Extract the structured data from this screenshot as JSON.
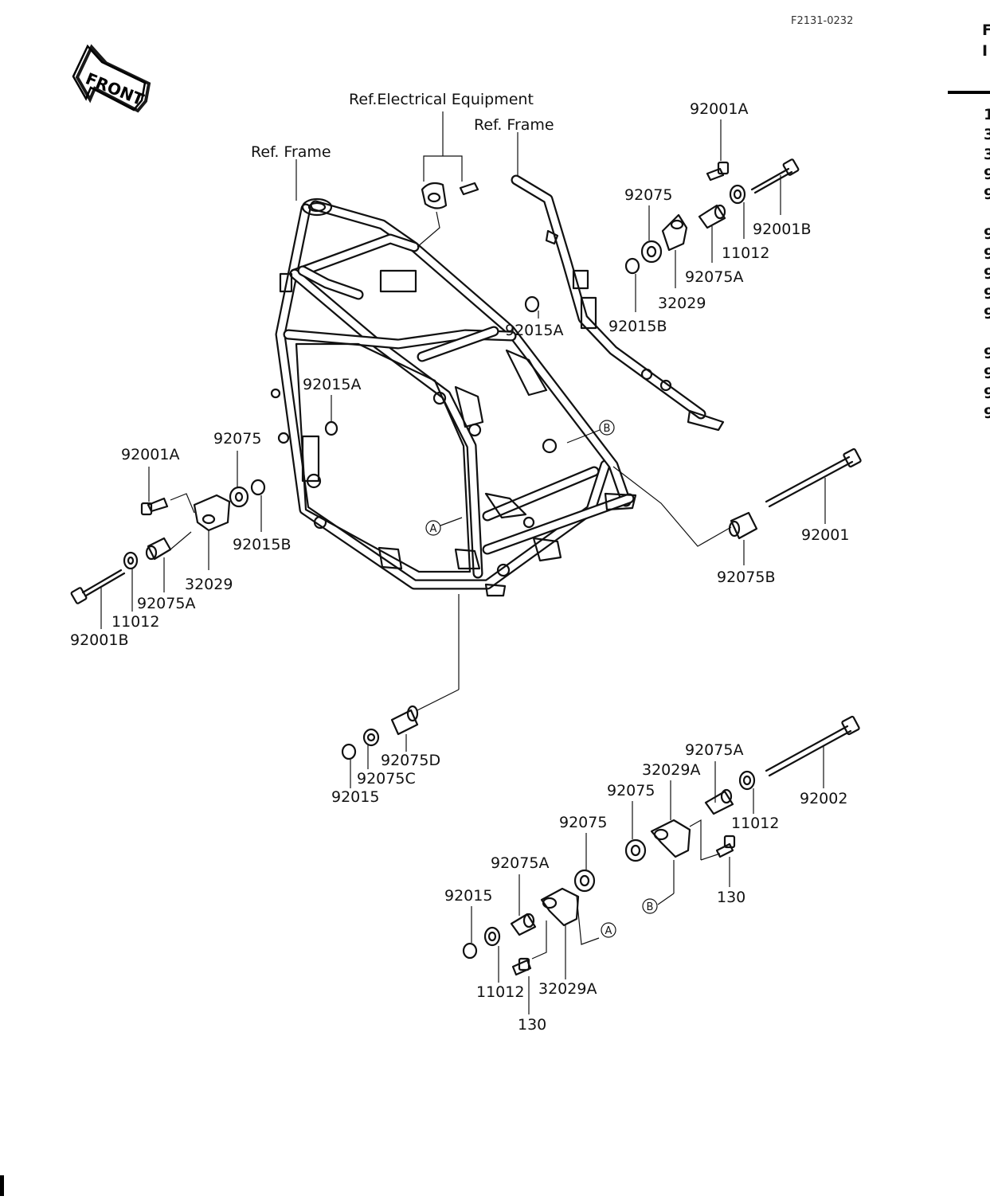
{
  "page_code": "F2131-0232",
  "front_label": "FRONT",
  "right_edge_fragments": [
    "F",
    "I",
    "1",
    "3",
    "3",
    "9",
    "9",
    "9",
    "9",
    "9",
    "9",
    "9",
    "9",
    "9",
    "9",
    "9"
  ],
  "labels": {
    "ref_electrical": "Ref.Electrical Equipment",
    "ref_frame_left": "Ref. Frame",
    "ref_frame_right": "Ref. Frame",
    "tr_92001A": "92001A",
    "tr_92075": "92075",
    "tr_92001B": "92001B",
    "tr_11012": "11012",
    "tr_92075A": "92075A",
    "tr_32029": "32029",
    "tr_92015B": "92015B",
    "mid_92015A_right": "92015A",
    "mid_92015A_frame": "92015A",
    "l_92001A": "92001A",
    "l_92075": "92075",
    "l_92015B": "92015B",
    "l_32029": "32029",
    "l_92075A": "92075A",
    "l_11012": "11012",
    "l_92001B": "92001B",
    "r_92001": "92001",
    "r_92075B": "92075B",
    "b_92075D": "92075D",
    "b_92075C": "92075C",
    "b_92015": "92015",
    "br_92075A": "92075A",
    "br_32029A": "32029A",
    "br_92075": "92075",
    "br_92002": "92002",
    "br_11012": "11012",
    "br_130": "130",
    "bl_92075": "92075",
    "bl_92075A": "92075A",
    "bl_92015": "92015",
    "bl_11012": "11012",
    "bl_32029A": "32029A",
    "bl_130": "130",
    "marker_A_frame": "A",
    "marker_B_frame": "B",
    "marker_B_bottom": "B",
    "marker_A_bottom": "A"
  }
}
